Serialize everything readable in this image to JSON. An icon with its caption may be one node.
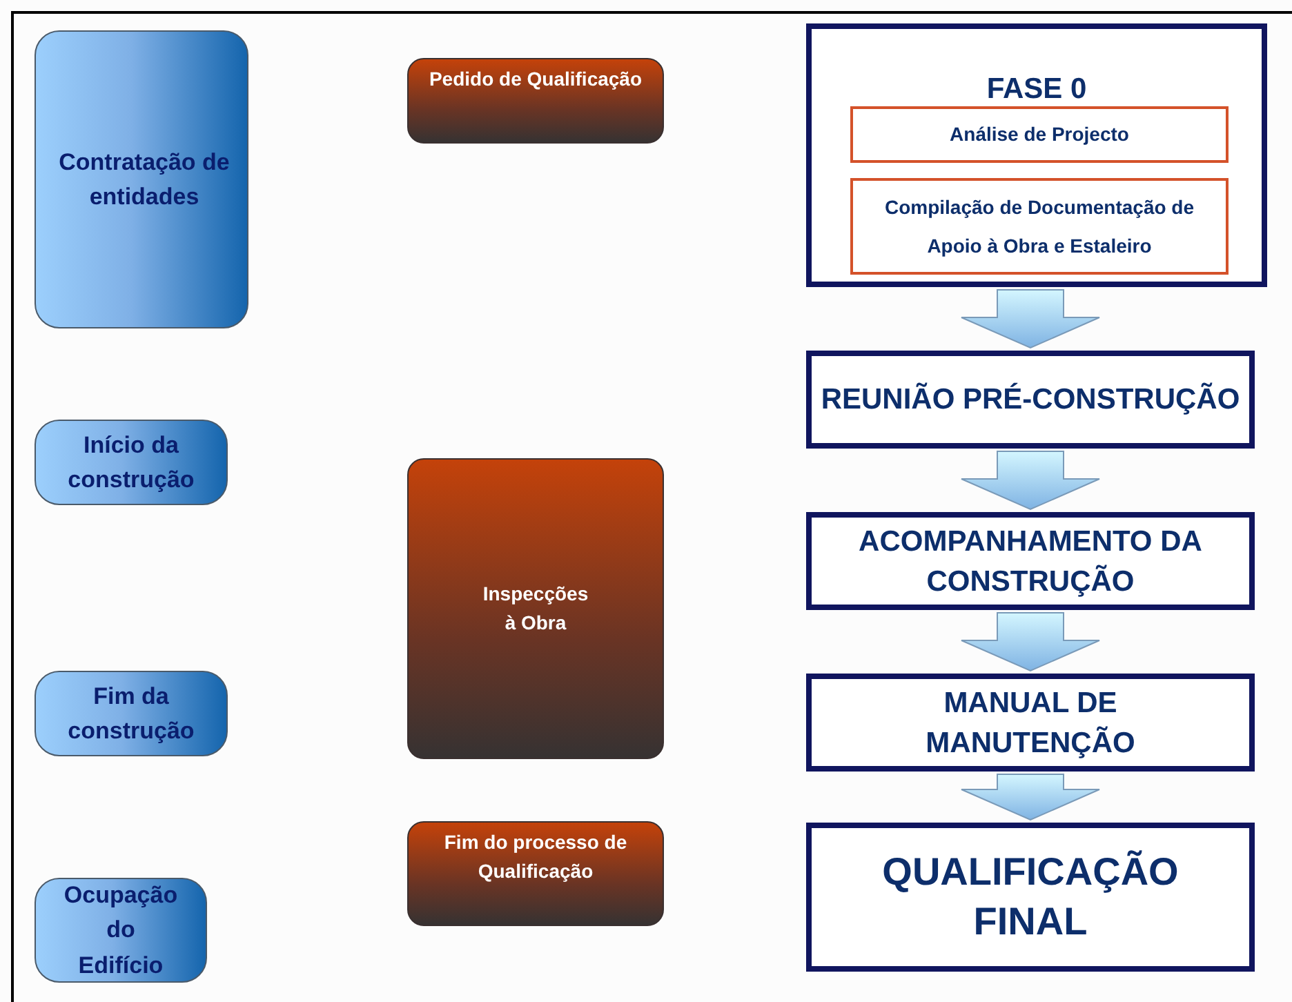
{
  "diagram": {
    "nodes": [
      {
        "text": [
          "Contratação de entidades"
        ]
      },
      {
        "text": [
          "Início da construção"
        ]
      },
      {
        "text": [
          "Fim da construção"
        ]
      },
      {
        "text": [
          "Ocupação do Edifício"
        ]
      },
      {
        "text": [
          "Pedido de Qualificação"
        ]
      },
      {
        "text": [
          "Inspecções à Obra"
        ]
      },
      {
        "text": [
          "Fim do processo de Qualificação"
        ]
      },
      {
        "text": [
          "FASE 0"
        ]
      },
      {
        "text": [
          "Análise de Projecto"
        ],
        "in": 7
      },
      {
        "text": [
          "Compilação de Documentação de Apoio à Obra e Estaleiro"
        ],
        "in": 7
      },
      {
        "text": [
          "REUNIÃO PRÉ-CONSTRUÇÃO"
        ]
      },
      {
        "text": [
          "ACOMPANHAMENTO DA CONSTRUÇÃO"
        ]
      },
      {
        "text": [
          "MANUAL DE MANUTENÇÃO"
        ]
      },
      {
        "text": [
          "QUALIFICAÇÃO FINAL"
        ]
      }
    ],
    "edges": [
      {
        "from": 7,
        "to": 10,
        "arrow": "to"
      },
      {
        "from": 10,
        "to": 11,
        "arrow": "to"
      },
      {
        "from": 11,
        "to": 12,
        "arrow": "to"
      },
      {
        "from": 12,
        "to": 13,
        "arrow": "to"
      }
    ]
  }
}
